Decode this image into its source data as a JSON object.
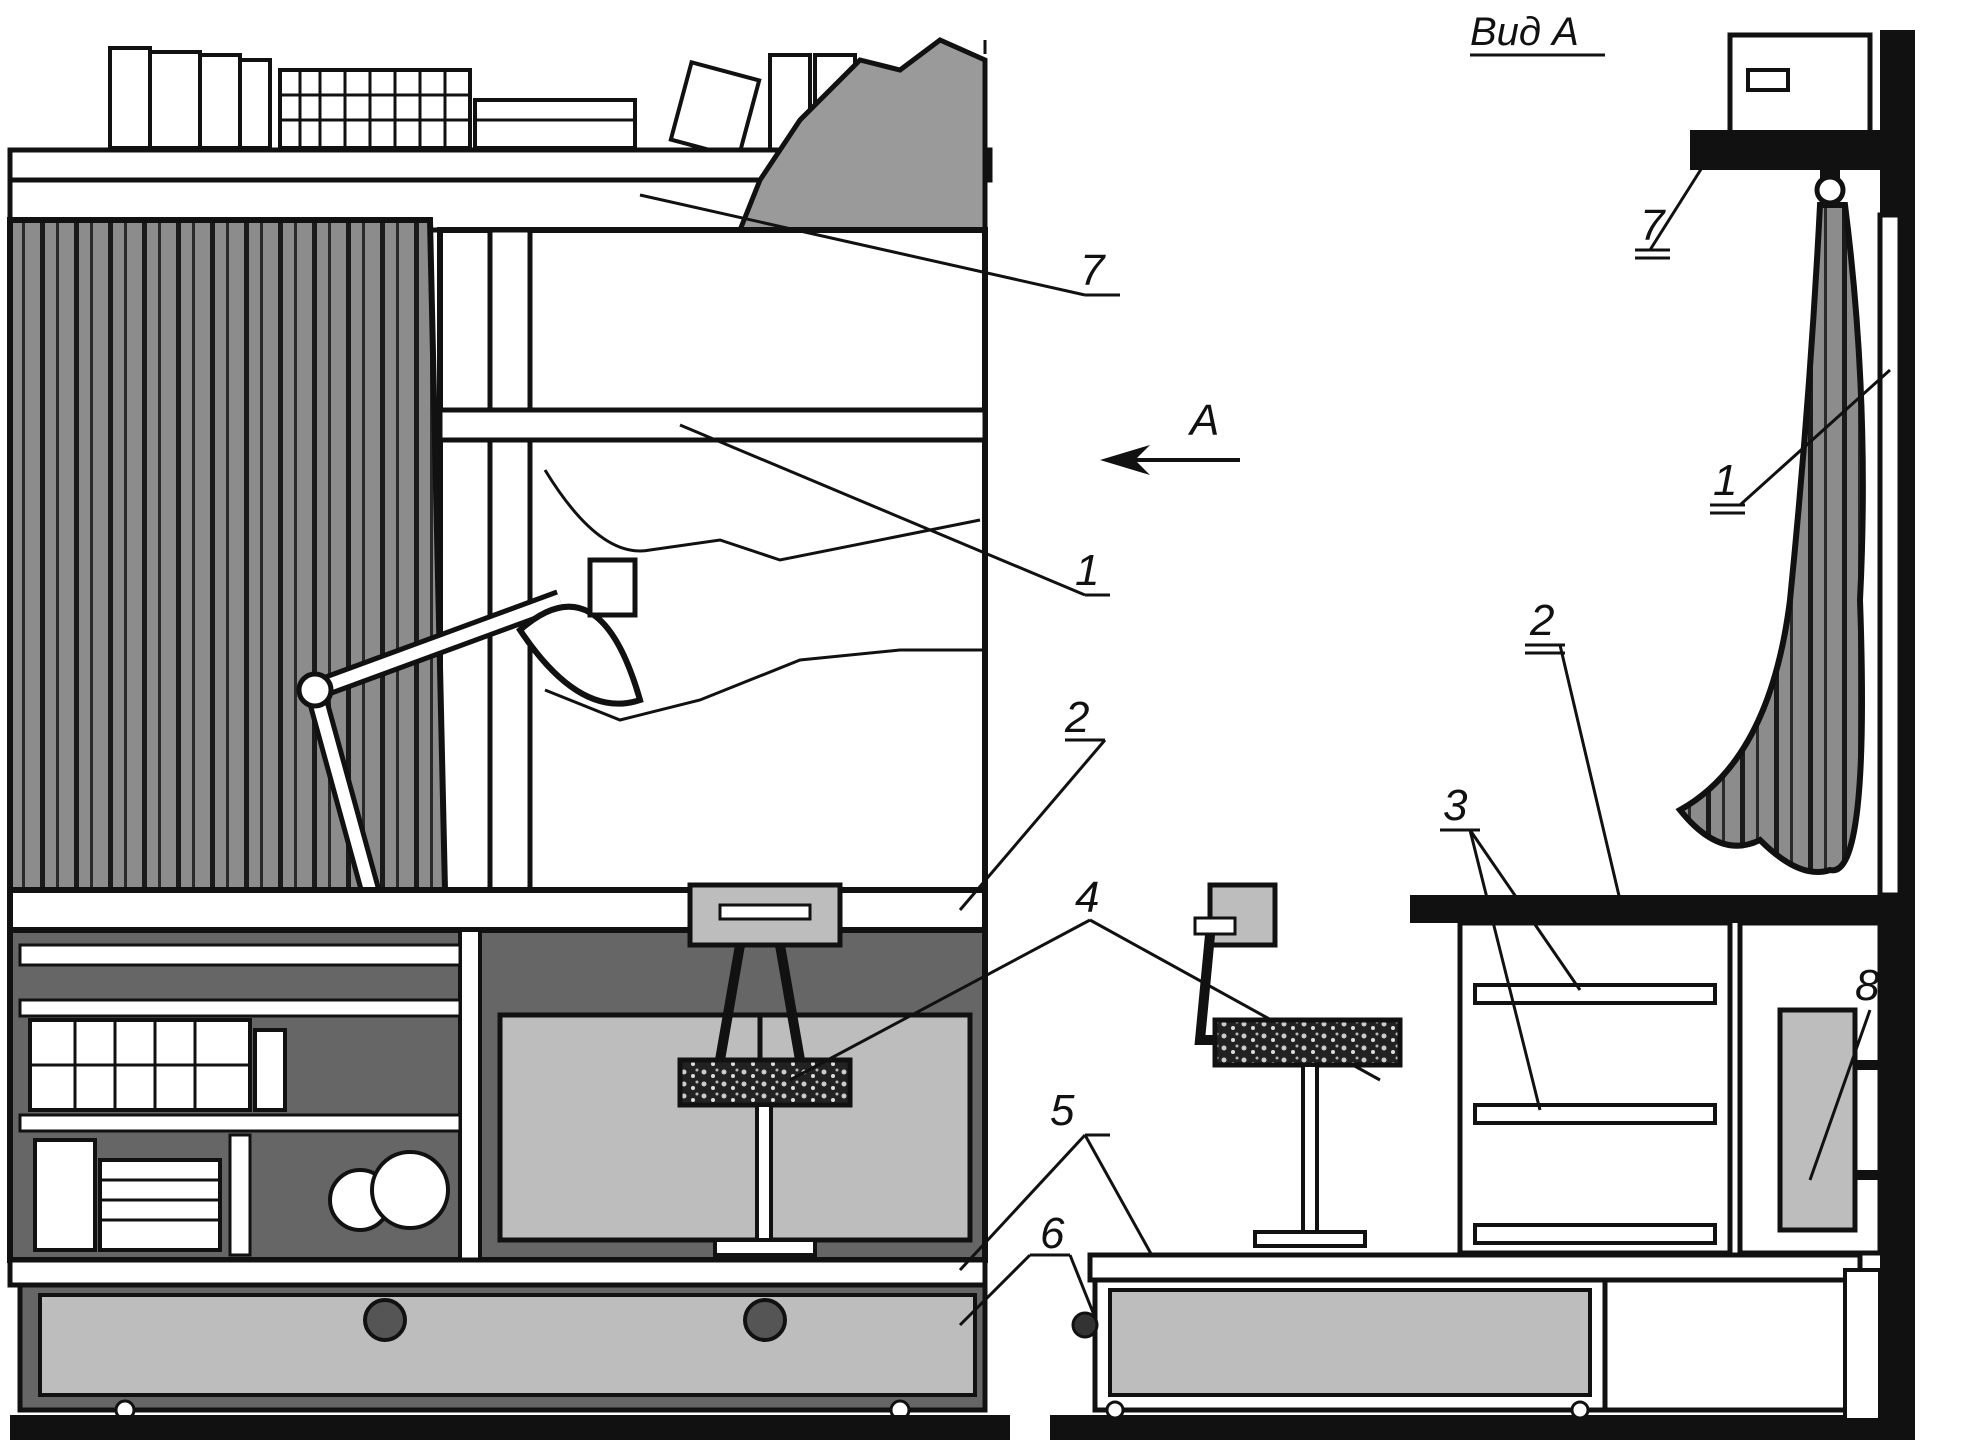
{
  "view_title": "Вид А",
  "arrow_label": "A",
  "front_view": {
    "callouts": [
      {
        "id": "7",
        "text": "7"
      },
      {
        "id": "1",
        "text": "1"
      },
      {
        "id": "2",
        "text": "2"
      },
      {
        "id": "4",
        "text": "4"
      },
      {
        "id": "5",
        "text": "5"
      },
      {
        "id": "6",
        "text": "6"
      }
    ]
  },
  "side_view": {
    "callouts": [
      {
        "id": "7",
        "text": "7"
      },
      {
        "id": "1",
        "text": "1"
      },
      {
        "id": "2",
        "text": "2"
      },
      {
        "id": "3",
        "text": "3"
      },
      {
        "id": "4",
        "text": "4"
      },
      {
        "id": "5",
        "text": "5"
      },
      {
        "id": "6",
        "text": "6"
      },
      {
        "id": "8",
        "text": "8"
      }
    ]
  },
  "colors": {
    "ink": "#111111",
    "curtain": "#8c8c8c",
    "cabinet_dark": "#666666",
    "panel_light": "#bdbdbd",
    "paper": "#ffffff"
  }
}
